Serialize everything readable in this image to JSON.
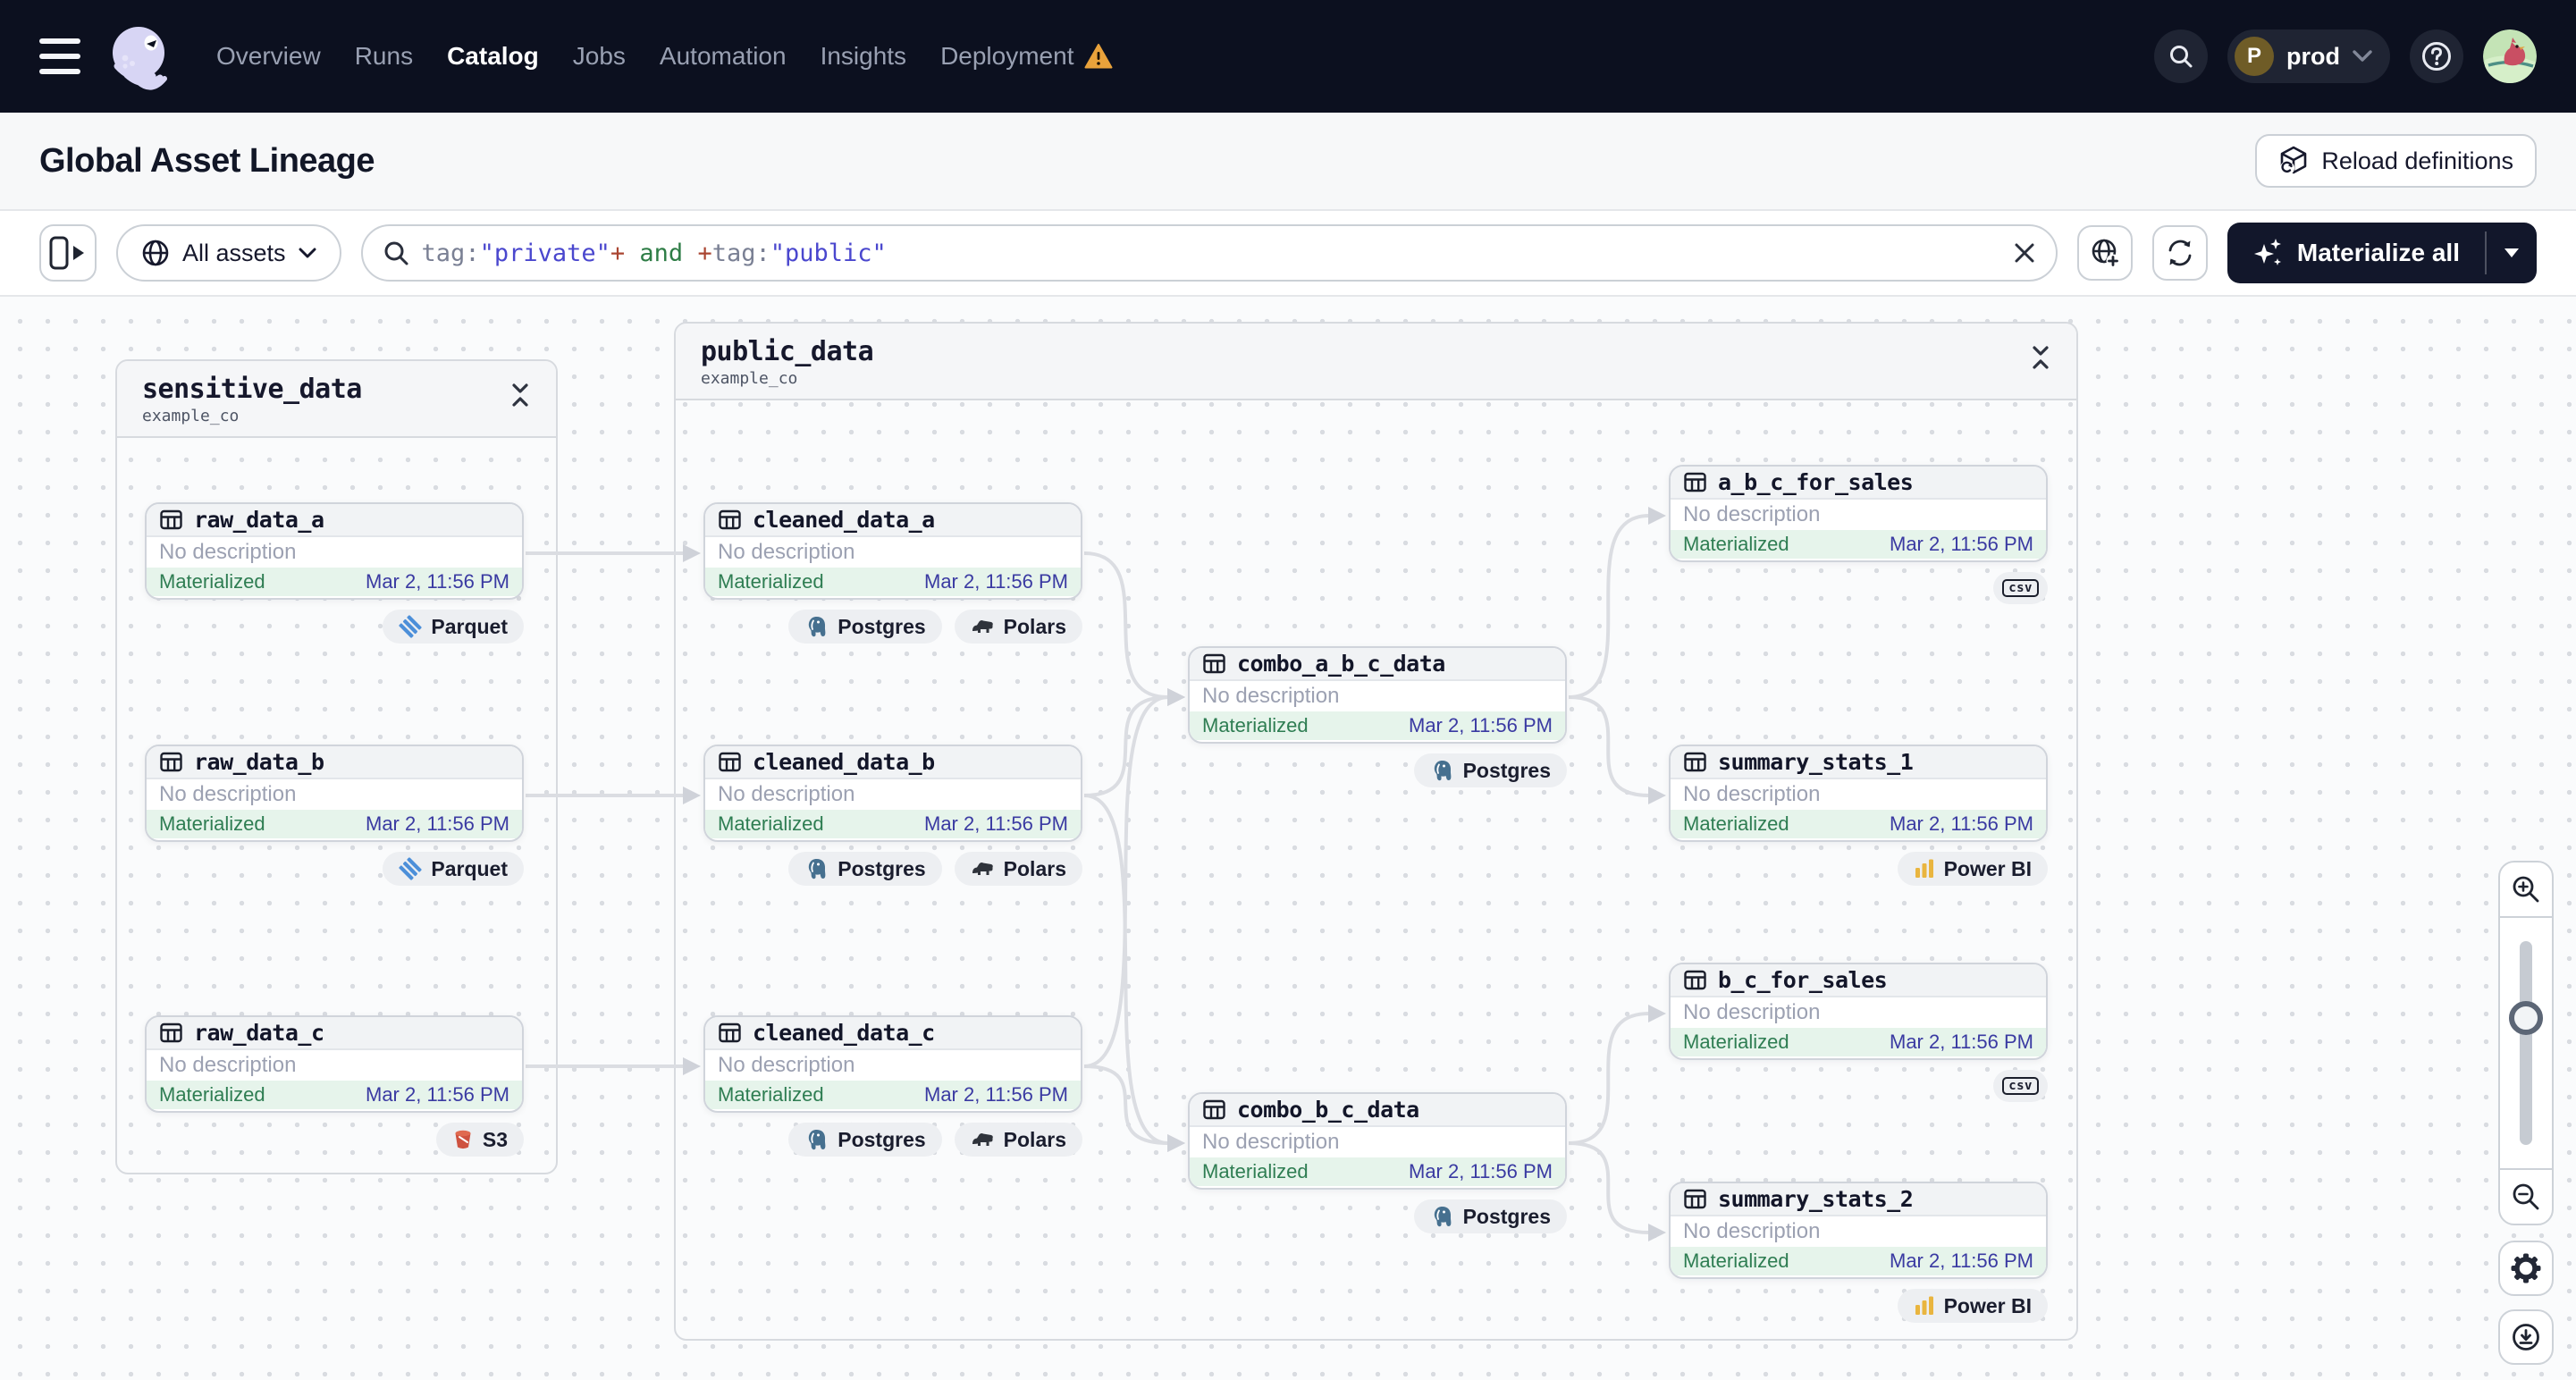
{
  "topbar": {
    "nav_items": [
      {
        "label": "Overview",
        "active": false
      },
      {
        "label": "Runs",
        "active": false
      },
      {
        "label": "Catalog",
        "active": true
      },
      {
        "label": "Jobs",
        "active": false
      },
      {
        "label": "Automation",
        "active": false
      },
      {
        "label": "Insights",
        "active": false
      },
      {
        "label": "Deployment",
        "active": false,
        "warning": true
      }
    ],
    "environment": {
      "initial": "P",
      "name": "prod"
    }
  },
  "titlebar": {
    "title": "Global Asset Lineage",
    "reload_button": "Reload definitions"
  },
  "toolbar": {
    "asset_scope": "All assets",
    "materialize_button": "Materialize all",
    "search_tokens": [
      {
        "text": "tag:",
        "color": "#7A8094"
      },
      {
        "text": "\"private\"",
        "color": "#4A47CE"
      },
      {
        "text": "+",
        "color": "#AA4531"
      },
      {
        "text": " and ",
        "color": "#2E7D46"
      },
      {
        "text": "+",
        "color": "#AA4531"
      },
      {
        "text": "tag:",
        "color": "#7A8094"
      },
      {
        "text": "\"public\"",
        "color": "#4A47CE"
      }
    ]
  },
  "graph": {
    "groups": [
      {
        "id": "sensitive_data",
        "name": "sensitive_data",
        "repo": "example_co"
      },
      {
        "id": "public_data",
        "name": "public_data",
        "repo": "example_co"
      }
    ],
    "nodes": [
      {
        "id": "raw_data_a",
        "name": "raw_data_a",
        "description": "No description",
        "status": "Materialized",
        "timestamp": "Mar 2, 11:56 PM",
        "tags": [
          {
            "label": "Parquet",
            "icon": "parquet"
          }
        ]
      },
      {
        "id": "raw_data_b",
        "name": "raw_data_b",
        "description": "No description",
        "status": "Materialized",
        "timestamp": "Mar 2, 11:56 PM",
        "tags": [
          {
            "label": "Parquet",
            "icon": "parquet"
          }
        ]
      },
      {
        "id": "raw_data_c",
        "name": "raw_data_c",
        "description": "No description",
        "status": "Materialized",
        "timestamp": "Mar 2, 11:56 PM",
        "tags": [
          {
            "label": "S3",
            "icon": "s3"
          }
        ]
      },
      {
        "id": "cleaned_data_a",
        "name": "cleaned_data_a",
        "description": "No description",
        "status": "Materialized",
        "timestamp": "Mar 2, 11:56 PM",
        "tags": [
          {
            "label": "Postgres",
            "icon": "postgres"
          },
          {
            "label": "Polars",
            "icon": "polars"
          }
        ]
      },
      {
        "id": "cleaned_data_b",
        "name": "cleaned_data_b",
        "description": "No description",
        "status": "Materialized",
        "timestamp": "Mar 2, 11:56 PM",
        "tags": [
          {
            "label": "Postgres",
            "icon": "postgres"
          },
          {
            "label": "Polars",
            "icon": "polars"
          }
        ]
      },
      {
        "id": "cleaned_data_c",
        "name": "cleaned_data_c",
        "description": "No description",
        "status": "Materialized",
        "timestamp": "Mar 2, 11:56 PM",
        "tags": [
          {
            "label": "Postgres",
            "icon": "postgres"
          },
          {
            "label": "Polars",
            "icon": "polars"
          }
        ]
      },
      {
        "id": "combo_a_b_c_data",
        "name": "combo_a_b_c_data",
        "description": "No description",
        "status": "Materialized",
        "timestamp": "Mar 2, 11:56 PM",
        "tags": [
          {
            "label": "Postgres",
            "icon": "postgres"
          }
        ]
      },
      {
        "id": "combo_b_c_data",
        "name": "combo_b_c_data",
        "description": "No description",
        "status": "Materialized",
        "timestamp": "Mar 2, 11:56 PM",
        "tags": [
          {
            "label": "Postgres",
            "icon": "postgres"
          }
        ]
      },
      {
        "id": "a_b_c_for_sales",
        "name": "a_b_c_for_sales",
        "description": "No description",
        "status": "Materialized",
        "timestamp": "Mar 2, 11:56 PM",
        "tags": [
          {
            "label": "csv",
            "icon": "csv"
          }
        ]
      },
      {
        "id": "summary_stats_1",
        "name": "summary_stats_1",
        "description": "No description",
        "status": "Materialized",
        "timestamp": "Mar 2, 11:56 PM",
        "tags": [
          {
            "label": "Power BI",
            "icon": "powerbi"
          }
        ]
      },
      {
        "id": "b_c_for_sales",
        "name": "b_c_for_sales",
        "description": "No description",
        "status": "Materialized",
        "timestamp": "Mar 2, 11:56 PM",
        "tags": [
          {
            "label": "csv",
            "icon": "csv"
          }
        ]
      },
      {
        "id": "summary_stats_2",
        "name": "summary_stats_2",
        "description": "No description",
        "status": "Materialized",
        "timestamp": "Mar 2, 11:56 PM",
        "tags": [
          {
            "label": "Power BI",
            "icon": "powerbi"
          }
        ]
      }
    ],
    "edges": [
      [
        "raw_data_a",
        "cleaned_data_a"
      ],
      [
        "raw_data_b",
        "cleaned_data_b"
      ],
      [
        "raw_data_c",
        "cleaned_data_c"
      ],
      [
        "cleaned_data_a",
        "combo_a_b_c_data"
      ],
      [
        "cleaned_data_b",
        "combo_a_b_c_data"
      ],
      [
        "cleaned_data_c",
        "combo_a_b_c_data"
      ],
      [
        "cleaned_data_b",
        "combo_b_c_data"
      ],
      [
        "cleaned_data_c",
        "combo_b_c_data"
      ],
      [
        "combo_a_b_c_data",
        "a_b_c_for_sales"
      ],
      [
        "combo_a_b_c_data",
        "summary_stats_1"
      ],
      [
        "combo_b_c_data",
        "b_c_for_sales"
      ],
      [
        "combo_b_c_data",
        "summary_stats_2"
      ]
    ]
  },
  "colors": {
    "topbar_bg": "#0C101F",
    "materialized_bg": "#E6F4EB",
    "materialized_text": "#2E7D52",
    "timestamp_text": "#3A3AA2",
    "edge": "#DBDDE2",
    "warning": "#E9A23B"
  }
}
